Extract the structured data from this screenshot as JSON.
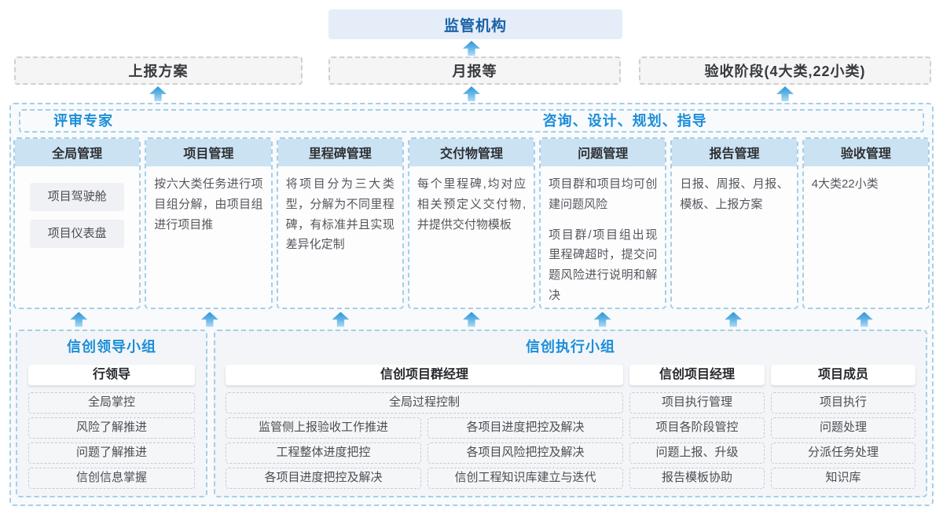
{
  "colors": {
    "accent_blue": "#1b8ed8",
    "dark_blue": "#1a61a8",
    "column_header_bg": "#cbe2f3",
    "regulator_bg": "#e4edf8",
    "dashed_blue_border": "#a5cfe9",
    "arrow_blue": "#2d95d6"
  },
  "top": {
    "regulator_label": "监管机构"
  },
  "reports": [
    {
      "label": "上报方案"
    },
    {
      "label": "月报等"
    },
    {
      "label": "验收阶段(4大类,22小类)"
    }
  ],
  "platform": {
    "expert_label": "评审专家",
    "advisory_label": "咨询、设计、规划、指导",
    "columns": [
      {
        "title": "全局管理",
        "items": [
          "项目驾驶舱",
          "项目仪表盘"
        ]
      },
      {
        "title": "项目管理",
        "paragraphs": [
          "按六大类任务进行项目组分解，由项目组进行项目推"
        ]
      },
      {
        "title": "里程碑管理",
        "paragraphs": [
          "将项目分为三大类型，分解为不同里程碑，有标准并且实现差异化定制"
        ]
      },
      {
        "title": "交付物管理",
        "paragraphs": [
          "每个里程碑,均对应相关预定义交付物,并提供交付物模板"
        ]
      },
      {
        "title": "问题管理",
        "paragraphs": [
          "项目群和项目均可创建问题风险",
          "项目群/项目组出现里程碑超时，提交问题风险进行说明和解决"
        ]
      },
      {
        "title": "报告管理",
        "paragraphs": [
          "日报、周报、月报、模板、上报方案"
        ]
      },
      {
        "title": "验收管理",
        "paragraphs": [
          "4大类22小类"
        ]
      }
    ]
  },
  "leadership": {
    "title": "信创领导小组",
    "role": "行领导",
    "items": [
      "全局掌控",
      "风险了解推进",
      "问题了解推进",
      "信创信息掌握"
    ]
  },
  "execution": {
    "title": "信创执行小组",
    "program_manager": {
      "role": "信创项目群经理",
      "full_item": "全局过程控制",
      "left_items": [
        "监管侧上报验收工作推进",
        "工程整体进度把控",
        "各项目进度把控及解决"
      ],
      "right_items": [
        "各项目进度把控及解决",
        "各项目风险把控及解决",
        "信创工程知识库建立与迭代"
      ]
    },
    "project_manager": {
      "role": "信创项目经理",
      "items": [
        "项目执行管理",
        "项目各阶段管控",
        "问题上报、升级",
        "报告模板协助"
      ]
    },
    "member": {
      "role": "项目成员",
      "items": [
        "项目执行",
        "问题处理",
        "分派任务处理",
        "知识库"
      ]
    }
  }
}
